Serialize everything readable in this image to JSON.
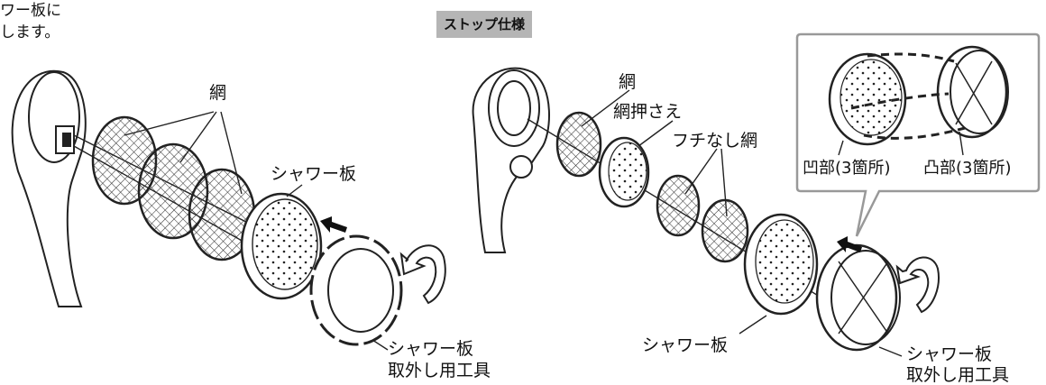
{
  "top_left_text": [
    "ワー板に",
    "します。"
  ],
  "stop_spec_badge": "ストップ仕様",
  "left_diagram": {
    "net_label": "網",
    "shower_plate_label": "シャワー板",
    "tool_label": [
      "シャワー板",
      "取外し用工具"
    ]
  },
  "right_diagram": {
    "net_label": "網",
    "net_holder_label": "網押さえ",
    "rimless_net_label": "フチなし網",
    "shower_plate_label": "シャワー板",
    "tool_label": [
      "シャワー板",
      "取外し用工具"
    ],
    "callout": {
      "concave_label": "凹部(3箇所)",
      "convex_label": "凸部(3箇所)"
    }
  },
  "colors": {
    "line": "#222222",
    "badge_bg": "#b5b5b5",
    "mesh": "#333333"
  }
}
